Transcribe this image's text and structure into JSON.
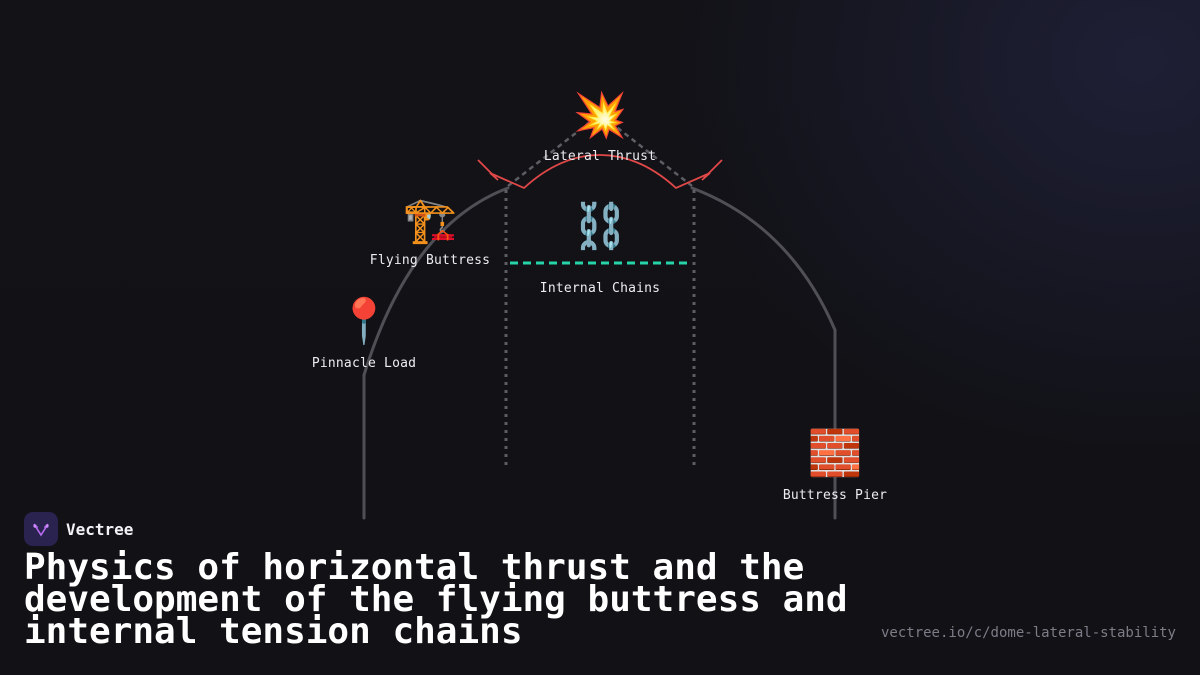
{
  "diagram": {
    "nodes": [
      {
        "id": "lateral-thrust",
        "icon": "collision-icon",
        "glyph": "💥",
        "label": "Lateral Thrust"
      },
      {
        "id": "flying-buttress",
        "icon": "construction-crane-icon",
        "glyph": "🏗️",
        "label": "Flying Buttress"
      },
      {
        "id": "internal-chains",
        "icon": "chains-icon",
        "glyph": "⛓️",
        "label": "Internal Chains"
      },
      {
        "id": "pinnacle-load",
        "icon": "round-pushpin-icon",
        "glyph": "📍",
        "label": "Pinnacle Load"
      },
      {
        "id": "buttress-pier",
        "icon": "brick-icon",
        "glyph": "🧱",
        "label": "Buttress Pier"
      }
    ],
    "colors": {
      "structure": "#4f4f55",
      "guides": "#5d5d64",
      "thrust": "#e04848",
      "chain": "#27d3a8"
    }
  },
  "brand": {
    "name": "Vectree",
    "logo_color": "#2a2350",
    "logo_accent": "#b86cf0"
  },
  "title": "Physics of horizontal thrust and the development of the flying buttress and internal tension chains",
  "url": "vectree.io/c/dome-lateral-stability"
}
